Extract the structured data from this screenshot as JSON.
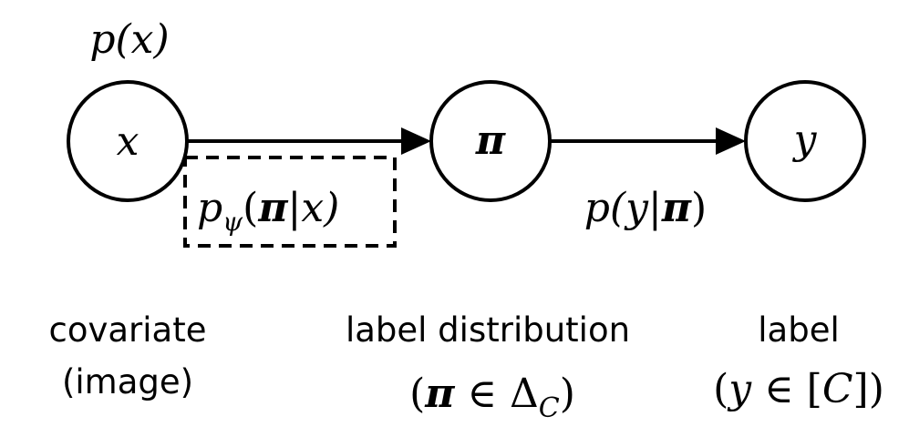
{
  "nodes": {
    "x": {
      "symbol": "x",
      "prior": "p(x)"
    },
    "pi": {
      "symbol": "π"
    },
    "y": {
      "symbol": "y"
    }
  },
  "edges": {
    "x_to_pi": {
      "label_prefix": "p",
      "label_subscript": "ψ",
      "label_open": "(",
      "label_bold": "π",
      "label_rest": "|x)",
      "style": "dashed-box"
    },
    "pi_to_y": {
      "label_prefix": "p(y|",
      "label_bold": "π",
      "label_close": ")"
    }
  },
  "captions": {
    "covariate": {
      "line1": "covariate",
      "line2": "(image)"
    },
    "label_distribution": {
      "line1": "label distribution",
      "line2_open": "(",
      "line2_bold": "π",
      "line2_mid": " ∈ Δ",
      "line2_sub": "C",
      "line2_close": ")"
    },
    "label": {
      "line1": "label",
      "line2_open": "(",
      "line2_var": "y",
      "line2_mid": " ∈ [",
      "line2_c": "C",
      "line2_close": "])"
    }
  }
}
